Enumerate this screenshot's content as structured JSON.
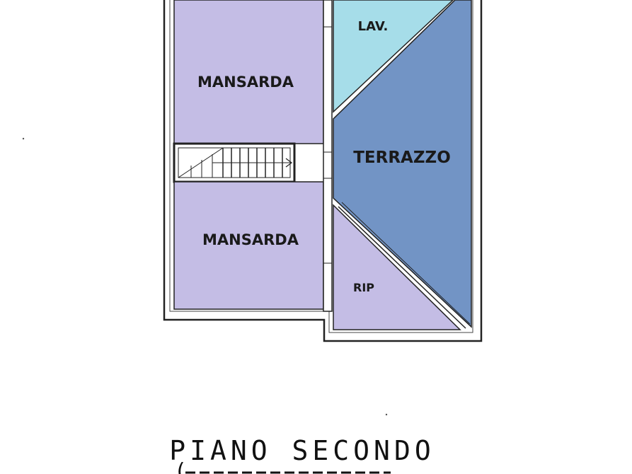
{
  "rooms": {
    "mansarda_top": {
      "label": "MANSARDA",
      "color": "#c4bde5"
    },
    "mansarda_bottom": {
      "label": "MANSARDA",
      "color": "#c4bde5"
    },
    "lav": {
      "label": "LAV.",
      "color": "#a6dde9"
    },
    "terrazzo": {
      "label": "TERRAZZO",
      "color": "#7294c5"
    },
    "rip": {
      "label": "RIP",
      "color": "#c4bde5"
    }
  },
  "caption": {
    "title": "PIANO SECONDO"
  },
  "colors": {
    "wall": "#222222",
    "background": "#ffffff"
  }
}
